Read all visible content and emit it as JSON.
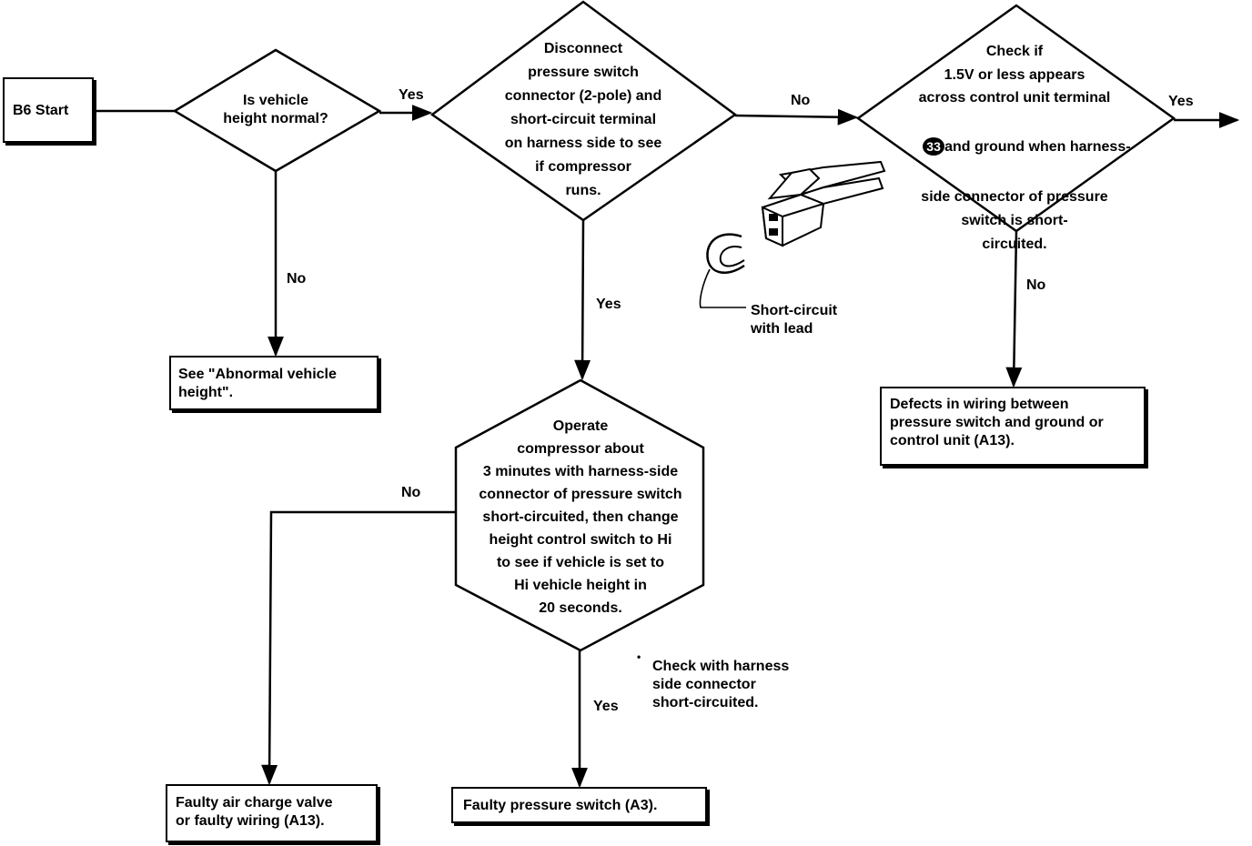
{
  "start": {
    "label": "B6 Start"
  },
  "decision_height": {
    "text": "Is vehicle\nheight normal?"
  },
  "decision_disconnect": {
    "text": "Disconnect\npressure switch\nconnector (2-pole) and\nshort-circuit terminal\non harness side to see\nif compressor\nruns."
  },
  "decision_voltage": {
    "line1": "Check if",
    "line2": "1.5V or less appears",
    "line3": "across control unit terminal",
    "badge": "33",
    "line4_after_badge": "and ground when harness-",
    "line5": "side connector of pressure",
    "line6": "switch is short-",
    "line7": "circuited."
  },
  "decision_operate": {
    "text": "Operate\ncompressor about\n3 minutes with harness-side\nconnector of pressure switch\nshort-circuited, then change\nheight control switch to Hi\nto see if vehicle is set to\nHi vehicle height in\n20 seconds."
  },
  "result_abnormal": {
    "text": "See \"Abnormal vehicle\nheight\"."
  },
  "result_defects": {
    "text": "Defects in wiring between\npressure switch and ground or\ncontrol unit (A13)."
  },
  "result_valve": {
    "text": "Faulty air charge valve\nor faulty wiring (A13)."
  },
  "result_pswitch": {
    "text": "Faulty pressure switch (A3)."
  },
  "illustration": {
    "caption": "Short-circuit\nwith lead"
  },
  "note": {
    "bullet": "•",
    "text": "Check with harness\nside connector\nshort-circuited."
  },
  "edge_labels": {
    "yes_1": "Yes",
    "no_1": "No",
    "no_2": "No",
    "yes_2": "Yes",
    "yes_3": "Yes",
    "no_3": "No",
    "no_4": "No",
    "yes_4": "Yes"
  }
}
